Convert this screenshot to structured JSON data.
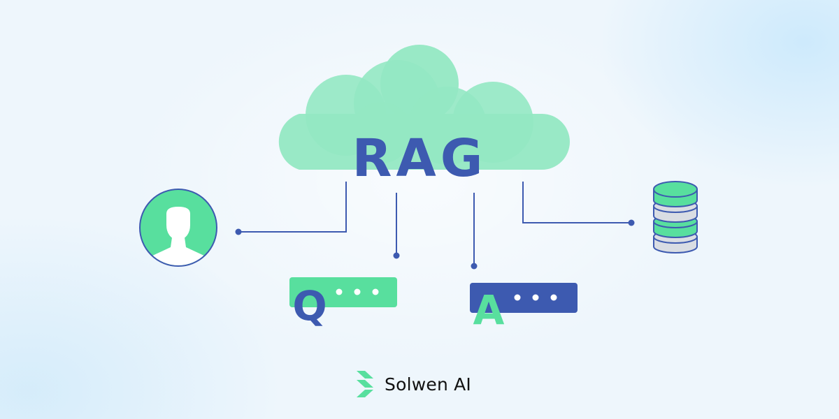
{
  "diagram": {
    "title": "RAG",
    "question_label": "Q",
    "answer_label": "A"
  },
  "brand": {
    "name": "Solwen AI",
    "logo_icon": "stacked-chevrons-logo"
  },
  "colors": {
    "cloud": "#94e8c3",
    "navy": "#3d5ab0",
    "mint": "#58df9e",
    "cylinder_gray": "#d9dde3"
  },
  "icons": [
    "user-avatar-icon",
    "database-icon",
    "question-bubble-icon",
    "answer-bubble-icon"
  ]
}
